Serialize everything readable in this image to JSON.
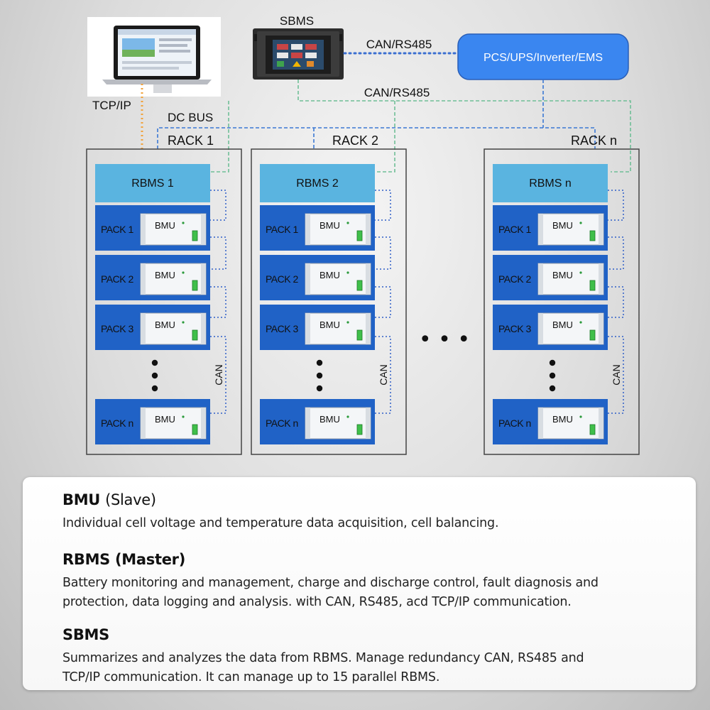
{
  "diagram": {
    "sbms_label": "SBMS",
    "link_sbms_pcs": "CAN/RS485",
    "pcs_label": "PCS/UPS/Inverter/EMS",
    "tcpip_label": "TCP/IP",
    "link_canrs485_bus": "CAN/RS485",
    "dc_bus_label": "DC BUS",
    "can_label": "CAN",
    "bmu_label": "BMU",
    "ellipsis_label": "• • •",
    "racks": [
      {
        "title": "RACK 1",
        "rbms": "RBMS 1",
        "packs": [
          "PACK 1",
          "PACK 2",
          "PACK 3",
          "PACK n"
        ]
      },
      {
        "title": "RACK 2",
        "rbms": "RBMS 2",
        "packs": [
          "PACK 1",
          "PACK 2",
          "PACK 3",
          "PACK n"
        ]
      },
      {
        "title": "RACK n",
        "rbms": "RBMS n",
        "packs": [
          "PACK 1",
          "PACK 2",
          "PACK 3",
          "PACK n"
        ]
      }
    ],
    "colors": {
      "rbms_fill": "#5ab4e0",
      "pack_fill": "#2062c6",
      "pcs_fill": "#3a86f0",
      "can_rs485_line": "#6fbf97",
      "dc_bus_line": "#3b78d4",
      "tcpip_line": "#f2a33c",
      "can_line": "#2f5fc8"
    }
  },
  "info": {
    "bmu": {
      "title_bold": "BMU",
      "title_paren": "(Slave)",
      "text": "Individual cell voltage and temperature data acquisition, cell balancing."
    },
    "rbms": {
      "title": "RBMS (Master)",
      "text_line1": "Battery monitoring and management, charge and discharge control, fault diagnosis and",
      "text_line2": "protection, data logging and analysis. with CAN, RS485, acd TCP/IP communication."
    },
    "sbms": {
      "title": "SBMS",
      "text_line1": "Summarizes and analyzes the data from RBMS. Manage redundancy CAN, RS485  and",
      "text_line2": "TCP/IP communication. It can manage up to 15 parallel RBMS."
    }
  }
}
